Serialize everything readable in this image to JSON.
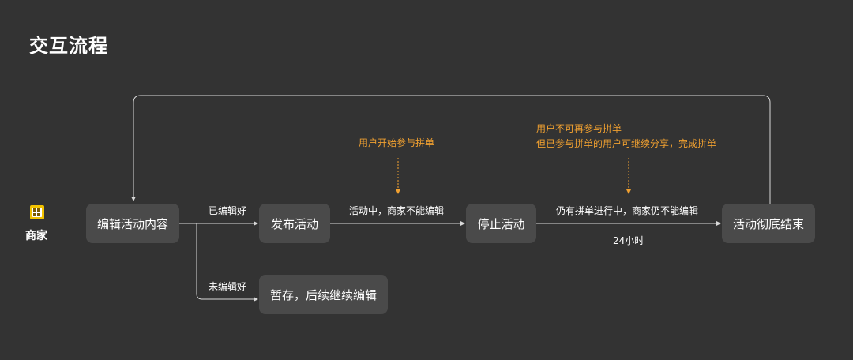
{
  "title": "交互流程",
  "actor": {
    "label": "商家",
    "icon": "merchant-shop-icon"
  },
  "nodes": {
    "edit": "编辑活动内容",
    "publish": "发布活动",
    "draft": "暂存，后续继续编辑",
    "stop": "停止活动",
    "end": "活动彻底结束"
  },
  "edges": {
    "edited": "已编辑好",
    "not_edited": "未编辑好",
    "active": "活动中，商家不能编辑",
    "still_ongoing": "仍有拼单进行中，商家仍不能编辑",
    "hours": "24小时"
  },
  "notes": {
    "start_join": "用户开始参与拼单",
    "after_stop": [
      "用户不可再参与拼单",
      "但已参与拼单的用户可继续分享，完成拼单"
    ]
  },
  "colors": {
    "background": "#333333",
    "node": "#4a4a4a",
    "line": "#d9d9d9",
    "accent": "#f0a030",
    "icon": "#f2c200"
  }
}
